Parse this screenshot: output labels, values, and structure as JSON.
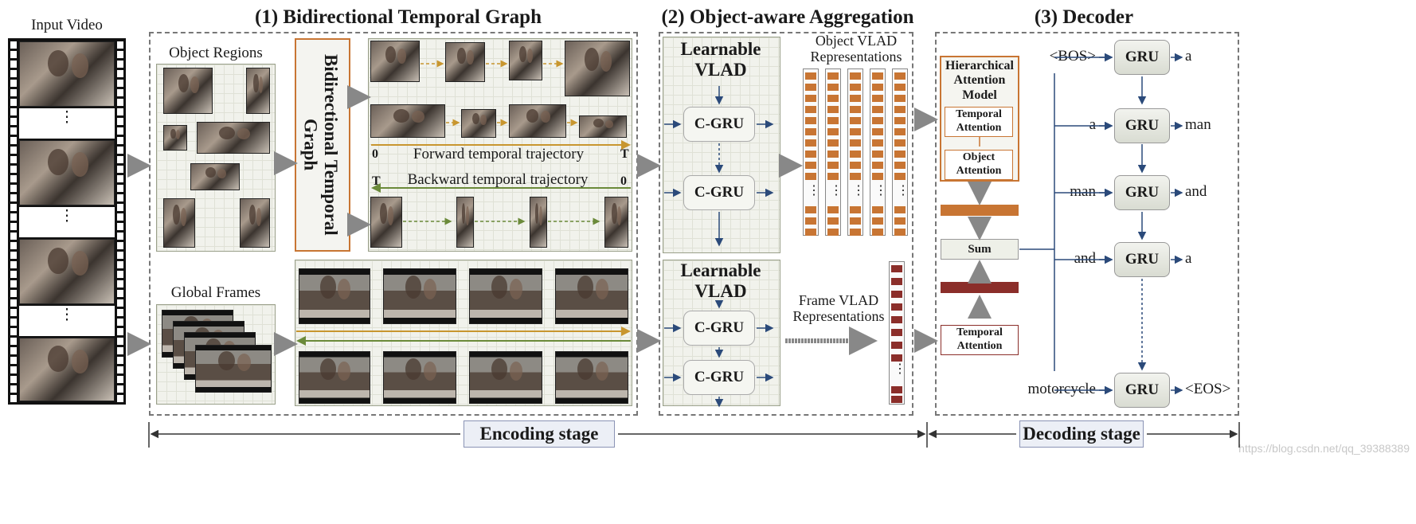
{
  "input_video": {
    "label": "Input Video",
    "ellipsis": "⋮"
  },
  "stage1": {
    "title": "(1) Bidirectional Temporal Graph",
    "object_regions": "Object Regions",
    "global_frames": "Global Frames",
    "btg_label": "Bidirectional Temporal Graph",
    "forward": "Forward temporal trajectory",
    "backward": "Backward temporal trajectory",
    "t0": "0",
    "tT": "T"
  },
  "stage2": {
    "title": "(2) Object-aware Aggregation",
    "vlad_label": "Learnable VLAD",
    "cgru": "C-GRU",
    "object_vlad": "Object VLAD Representations",
    "frame_vlad": "Frame VLAD Representations",
    "dots": "⋮"
  },
  "stage3": {
    "title": "(3) Decoder",
    "ham": "Hierarchical Attention Model",
    "temporal_attention": "Temporal Attention",
    "object_attention": "Object Attention",
    "sum": "Sum",
    "gru": "GRU",
    "inputs": [
      "<BOS>",
      "a",
      "man",
      "and",
      "motorcycle"
    ],
    "outputs": [
      "a",
      "man",
      "and",
      "a",
      "<EOS>"
    ]
  },
  "stages": {
    "encoding": "Encoding stage",
    "decoding": "Decoding stage"
  },
  "watermark": "https://blog.csdn.net/qq_39388389",
  "colors": {
    "orange": "#c87533",
    "darkred": "#8b2e2a",
    "blue": "#2b4a7a",
    "gold": "#c8962f",
    "green": "#6b8a3a"
  }
}
